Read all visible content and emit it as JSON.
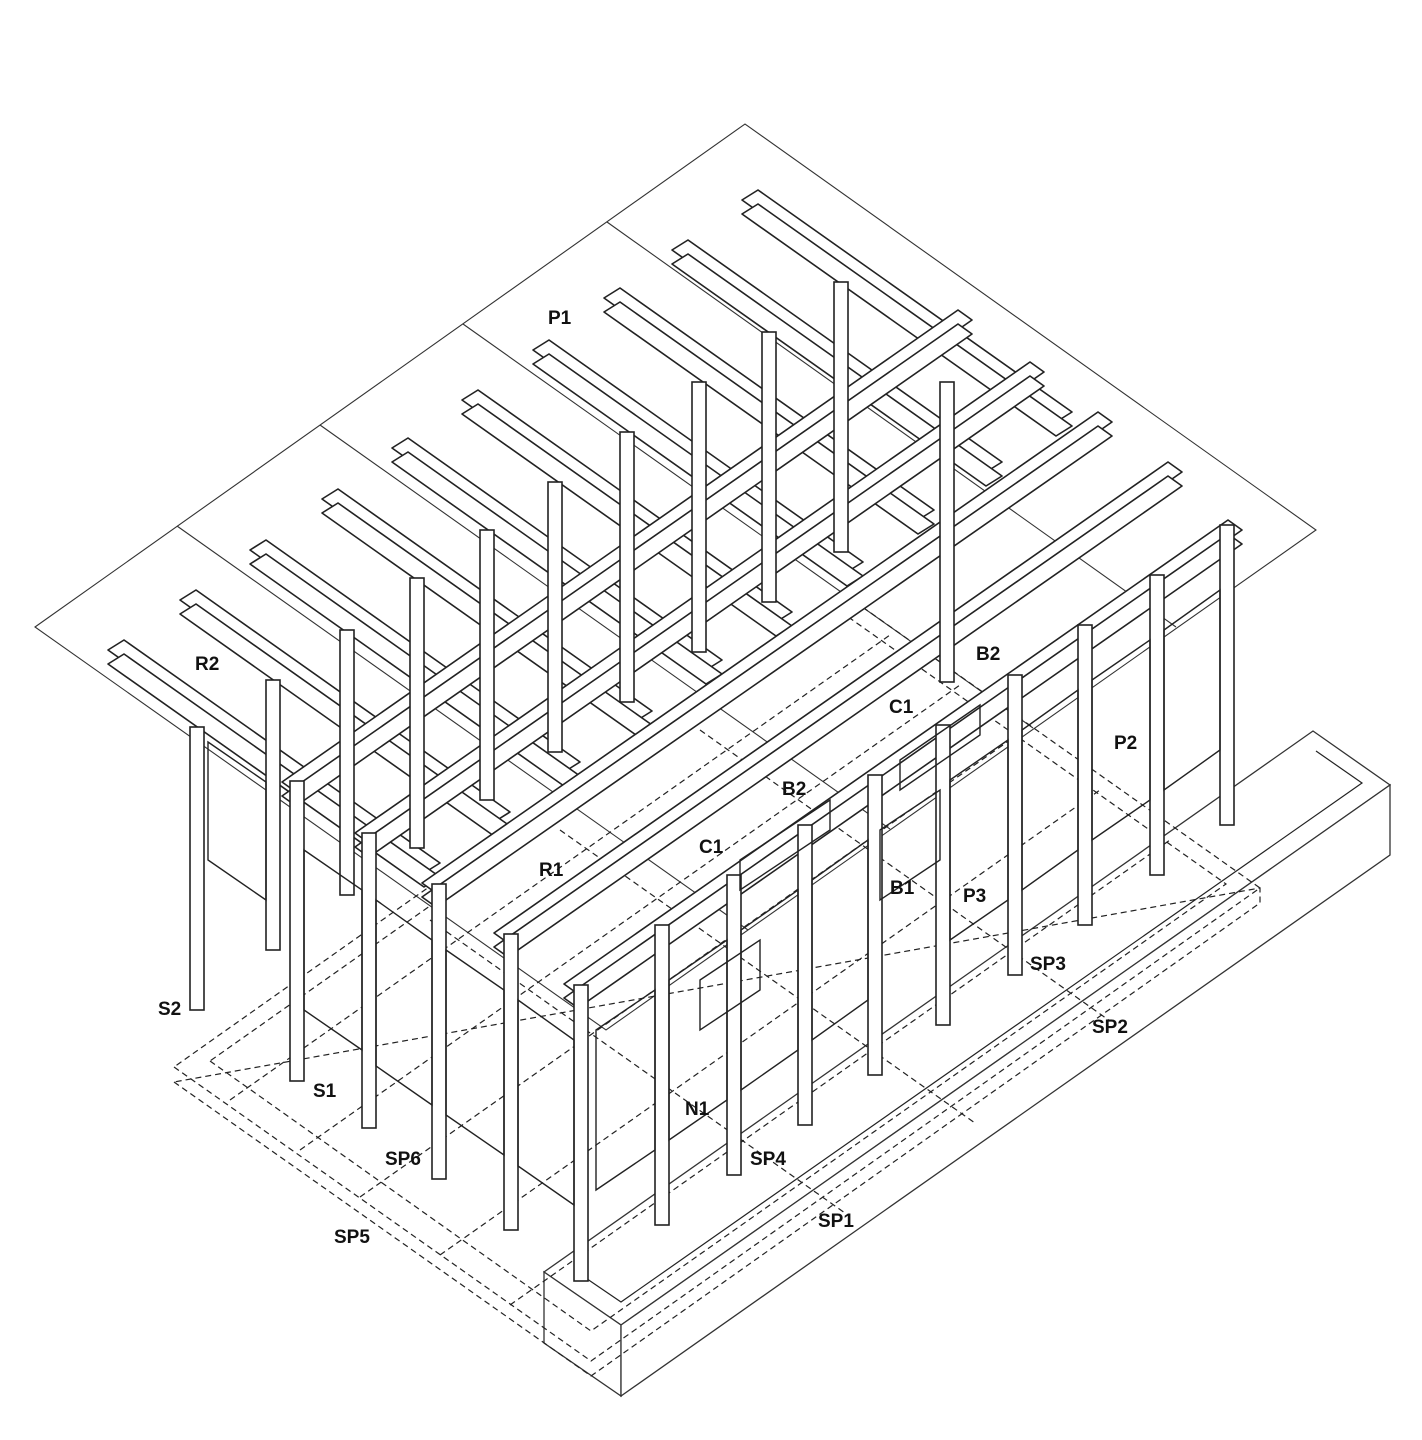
{
  "diagram": {
    "labels": {
      "p1": "P1",
      "r2": "R2",
      "b2_right": "B2",
      "c1_right": "C1",
      "p2": "P2",
      "b2_center": "B2",
      "c1_center": "C1",
      "r1": "R1",
      "b1": "B1",
      "p3": "P3",
      "sp3": "SP3",
      "sp2": "SP2",
      "s2": "S2",
      "s1": "S1",
      "n1": "N1",
      "sp6": "SP6",
      "sp4": "SP4",
      "sp1": "SP1",
      "sp5": "SP5"
    }
  }
}
